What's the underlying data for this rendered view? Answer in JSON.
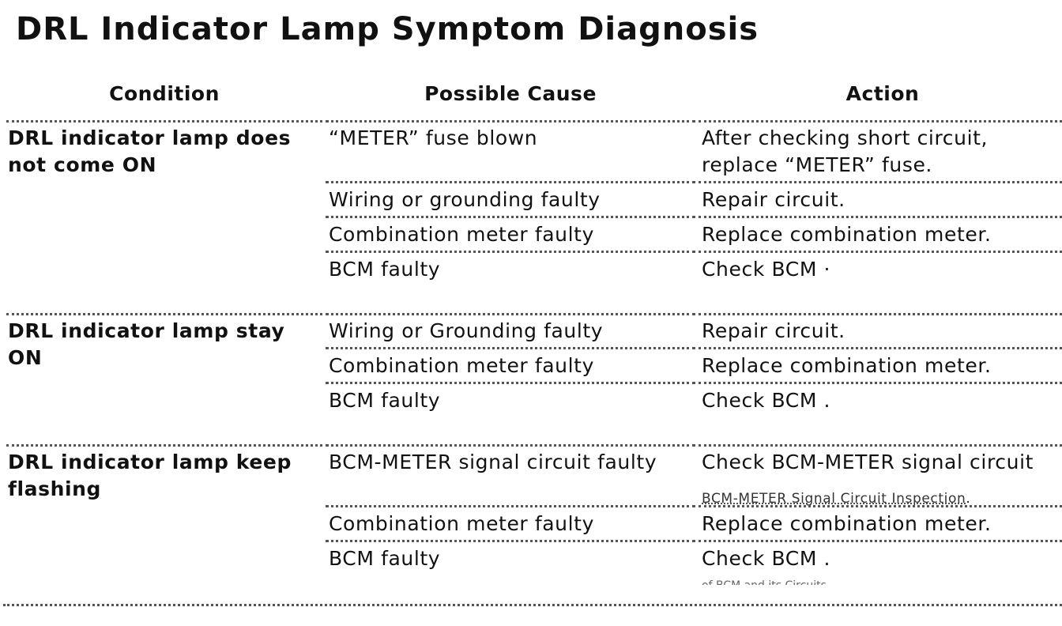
{
  "title": "DRL Indicator Lamp Symptom Diagnosis",
  "columns": {
    "condition": "Condition",
    "cause": "Possible Cause",
    "action": "Action"
  },
  "groups": [
    {
      "condition": "DRL indicator lamp does not come ON",
      "rows": [
        {
          "cause": "“METER” fuse blown",
          "action_line1": "After checking short circuit,",
          "action_line2": "replace “METER” fuse."
        },
        {
          "cause": "Wiring or grounding faulty",
          "action": "Repair circuit."
        },
        {
          "cause": "Combination meter faulty",
          "action": "Replace combination meter."
        },
        {
          "cause": "BCM faulty",
          "action": "Check BCM ·"
        }
      ]
    },
    {
      "condition": "DRL indicator lamp stay ON",
      "rows": [
        {
          "cause": "Wiring or Grounding faulty",
          "action": "Repair circuit."
        },
        {
          "cause": "Combination meter faulty",
          "action": "Replace combination meter."
        },
        {
          "cause": "BCM faulty",
          "action": "Check BCM ."
        }
      ]
    },
    {
      "condition": "DRL indicator lamp keep flashing",
      "rows": [
        {
          "cause": "BCM-METER signal circuit faulty",
          "action": "Check BCM-METER signal circuit",
          "link": "BCM-METER Signal Circuit Inspection",
          "link_suffix": "."
        },
        {
          "cause": "Combination meter faulty",
          "action": "Replace combination meter."
        },
        {
          "cause": "BCM faulty",
          "action": "Check BCM .",
          "action_clipped": "of BCM and its Circuits"
        }
      ]
    }
  ]
}
